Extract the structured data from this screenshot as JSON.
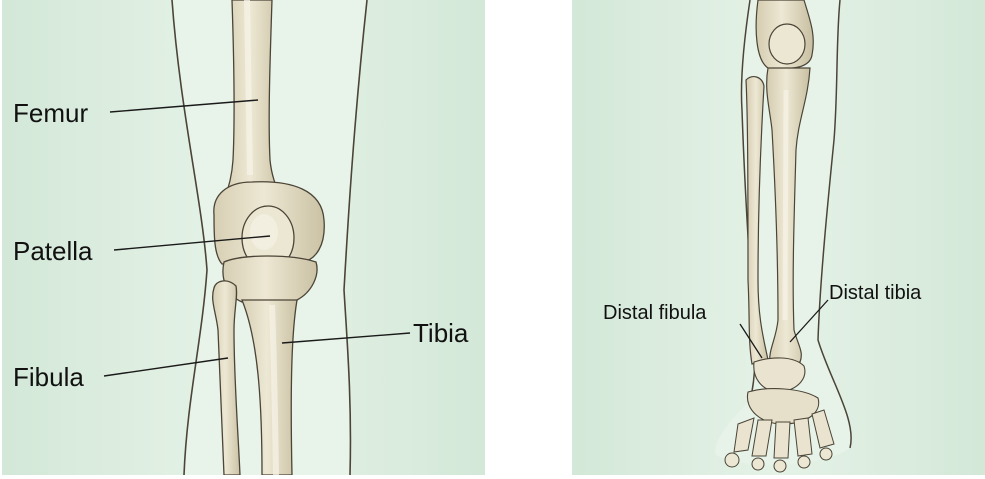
{
  "left_panel": {
    "labels": {
      "femur": "Femur",
      "patella": "Patella",
      "fibula": "Fibula",
      "tibia": "Tibia"
    }
  },
  "right_panel": {
    "labels": {
      "distal_fibula": "Distal fibula",
      "distal_tibia": "Distal tibia"
    }
  },
  "colors": {
    "background": "#d6eadb",
    "skin": "#e6f3e8",
    "bone": "#e7e1cb",
    "bone_shadow": "#c9bfa2",
    "outline": "#4b4437",
    "label_line": "#1a1a1a"
  }
}
